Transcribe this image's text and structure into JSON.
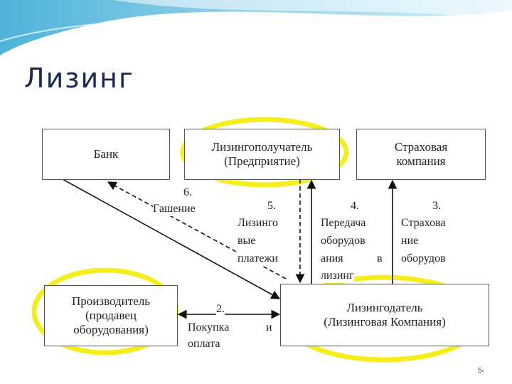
{
  "slide": {
    "title": "Лизинг",
    "page_number": "5‹",
    "accent_color": "#f5ee1f"
  },
  "nodes": {
    "bank": {
      "line1": "Банк"
    },
    "lessee": {
      "line1": "Лизингополучатель",
      "line2": "(Предприятие)"
    },
    "insurance": {
      "line1": "Страховая",
      "line2": "компания"
    },
    "producer": {
      "line1": "Производитель",
      "line2": "(продавец",
      "line3": "оборудования)"
    },
    "lessor": {
      "line1": "Лизингодатель",
      "line2": "(Лизинговая Компания)"
    }
  },
  "edges": {
    "e6": {
      "num": "6.",
      "text": "Гашение"
    },
    "e5": {
      "num": "5.",
      "l1": "Лизинго",
      "l2": "вые",
      "l3": "платежи"
    },
    "e4": {
      "num": "4.",
      "l1": "Передача",
      "l2": "оборудов",
      "l3": "ания",
      "l3b": "в",
      "l4": "лизинг"
    },
    "e3": {
      "num": "3.",
      "l1": "Страхова",
      "l2": "ние",
      "l3": "оборудов"
    },
    "e2": {
      "num": "2.",
      "l1": "Покупка",
      "l1b": "и",
      "l2": "оплата"
    }
  }
}
